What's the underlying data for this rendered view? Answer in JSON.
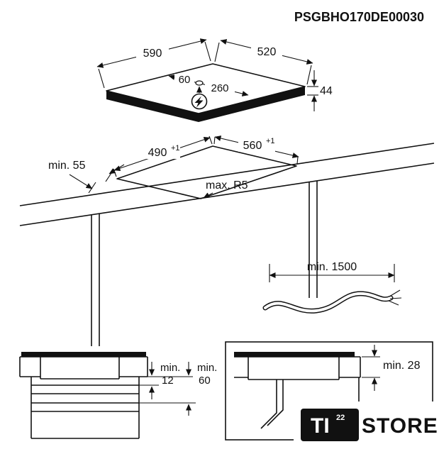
{
  "product_code": "PSGBHO170DE00030",
  "hob": {
    "width": "590",
    "depth": "520",
    "cable_offset_a": "60",
    "cable_offset_b": "260",
    "height": "44"
  },
  "cutout": {
    "depth": "490",
    "depth_tolerance": "+1",
    "width": "560",
    "width_tolerance": "+1",
    "front_clearance": "min. 55",
    "corner_radius": "max. R5"
  },
  "cable": {
    "length": "min. 1500"
  },
  "clearance_drawer": {
    "min_word": "min.",
    "value": "12"
  },
  "clearance_cabinet": {
    "min_word": "min.",
    "value": "60"
  },
  "clearance_worktop": {
    "label": "min. 28"
  },
  "logo": {
    "brand": "TI",
    "superscript": "22",
    "suffix": "STORE"
  }
}
